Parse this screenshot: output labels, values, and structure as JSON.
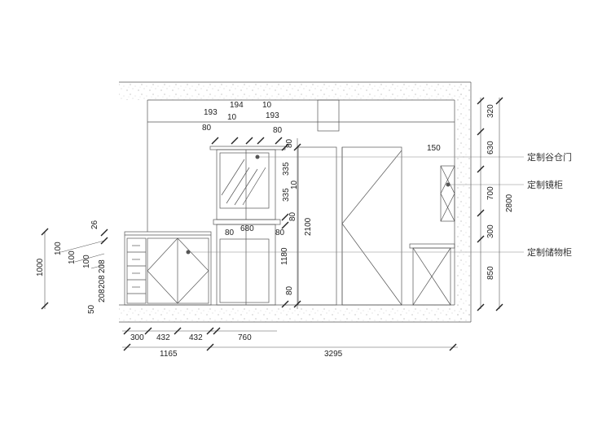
{
  "colors": {
    "line": "#555555",
    "dark": "#222222",
    "leader": "#888888",
    "dot": "#555555"
  },
  "labels": {
    "grain_door": "定制谷仓门",
    "mirror_cabinet": "定制镜柜",
    "storage_cabinet": "定制储物柜"
  },
  "top_dims": {
    "d193a": "193",
    "d194": "194",
    "d10a": "10",
    "d10b": "10",
    "d193b": "193",
    "d80a": "80",
    "d80b": "80"
  },
  "cabinet_dims": {
    "d80_top": "80",
    "d335a": "335",
    "d335b": "335",
    "d10": "10",
    "d80_mid": "80",
    "d680": "680",
    "d80_l": "80",
    "d80_r": "80",
    "d1180": "1180",
    "d80_bot": "80",
    "d2100": "2100",
    "d150": "150"
  },
  "right_dims": {
    "d320": "320",
    "d630": "630",
    "d700": "700",
    "d300": "300",
    "d850": "850",
    "d2800": "2800"
  },
  "left_dims": {
    "d26": "26",
    "d100a": "100",
    "d100b": "100",
    "d100c": "100",
    "d208a": "208",
    "d208b": "208",
    "d208c": "208",
    "d1000": "1000",
    "d50": "50"
  },
  "bottom_dims": {
    "d300": "300",
    "d432a": "432",
    "d432b": "432",
    "d760": "760",
    "d1165": "1165",
    "d3295": "3295"
  }
}
